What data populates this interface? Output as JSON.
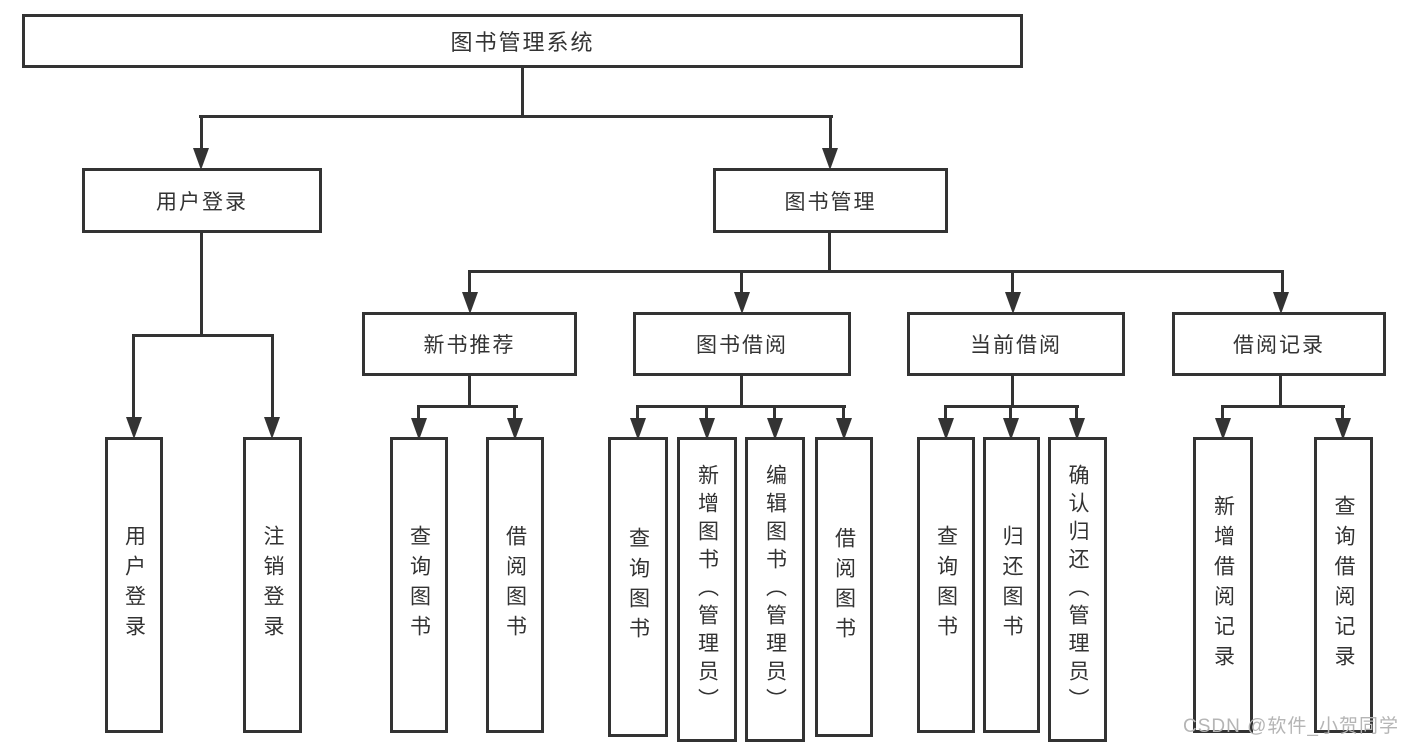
{
  "tree": {
    "root_label": "图书管理系统",
    "branches": [
      {
        "label": "用户登录",
        "children": [
          {
            "label": "用户登录"
          },
          {
            "label": "注销登录"
          }
        ]
      },
      {
        "label": "图书管理",
        "children": [
          {
            "label": "新书推荐",
            "children": [
              {
                "label": "查询图书"
              },
              {
                "label": "借阅图书"
              }
            ]
          },
          {
            "label": "图书借阅",
            "children": [
              {
                "label": "查询图书"
              },
              {
                "label": "新增图书（管理员）"
              },
              {
                "label": "编辑图书（管理员）"
              },
              {
                "label": "借阅图书"
              }
            ]
          },
          {
            "label": "当前借阅",
            "children": [
              {
                "label": "查询图书"
              },
              {
                "label": "归还图书"
              },
              {
                "label": "确认归还（管理员）"
              }
            ]
          },
          {
            "label": "借阅记录",
            "children": [
              {
                "label": "新增借阅记录"
              },
              {
                "label": "查询借阅记录"
              }
            ]
          }
        ]
      }
    ]
  },
  "watermark": {
    "text": "CSDN @软件_小贺同学"
  },
  "colors": {
    "line": "#333333",
    "text": "#333333",
    "background": "#ffffff",
    "watermark": "#b5b5b5"
  }
}
